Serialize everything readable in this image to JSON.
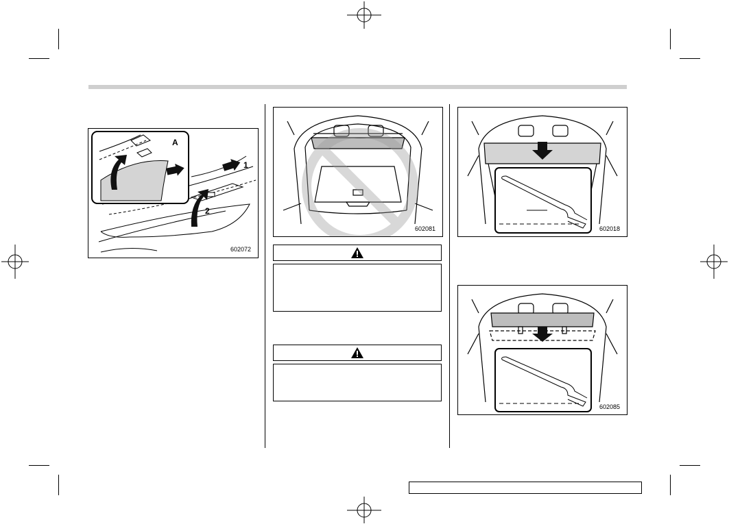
{
  "figures": {
    "fig1": {
      "code": "602072",
      "callout_a": "A",
      "callout_1": "1",
      "callout_2": "2"
    },
    "fig2": {
      "code": "602081"
    },
    "fig3": {
      "code": "602018"
    },
    "fig4": {
      "code": "602085"
    }
  },
  "warnings": [
    {
      "icon": "warning-triangle-icon"
    },
    {
      "icon": "warning-triangle-icon"
    }
  ],
  "colors": {
    "header_bar": "#cfcfcf",
    "shade": "#d4d4d4",
    "prohibit": "#bdbdbd"
  }
}
